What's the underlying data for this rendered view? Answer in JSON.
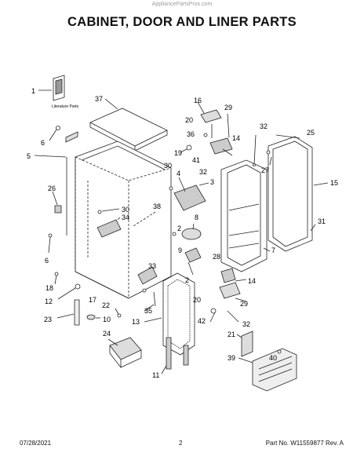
{
  "watermark": "AppliancePartsPros.com",
  "title": "CABINET, DOOR AND LINER PARTS",
  "literature_label": "Literature Parts",
  "callouts": {
    "c1": "1",
    "c2a": "2",
    "c2b": "2",
    "c3": "3",
    "c4": "4",
    "c5": "5",
    "c6a": "6",
    "c6b": "6",
    "c7": "7",
    "c8": "8",
    "c9": "9",
    "c10": "10",
    "c11": "11",
    "c12": "12",
    "c13": "13",
    "c14a": "14",
    "c14b": "14",
    "c15": "15",
    "c16": "16",
    "c17": "17",
    "c18": "18",
    "c19": "19",
    "c20a": "20",
    "c20b": "20",
    "c21": "21",
    "c22": "22",
    "c23": "23",
    "c24": "24",
    "c25": "25",
    "c26": "26",
    "c27": "27",
    "c28": "28",
    "c29a": "29",
    "c29b": "29",
    "c30a": "30",
    "c30b": "30",
    "c31": "31",
    "c32a": "32",
    "c32b": "32",
    "c32c": "32",
    "c33": "33",
    "c34": "34",
    "c35": "35",
    "c36": "36",
    "c37": "37",
    "c38": "38",
    "c39": "39",
    "c40": "40",
    "c41": "41",
    "c42": "42"
  },
  "footer": {
    "date": "07/28/2021",
    "page": "2",
    "part_no": "Part No. W11559877  Rev. A"
  }
}
